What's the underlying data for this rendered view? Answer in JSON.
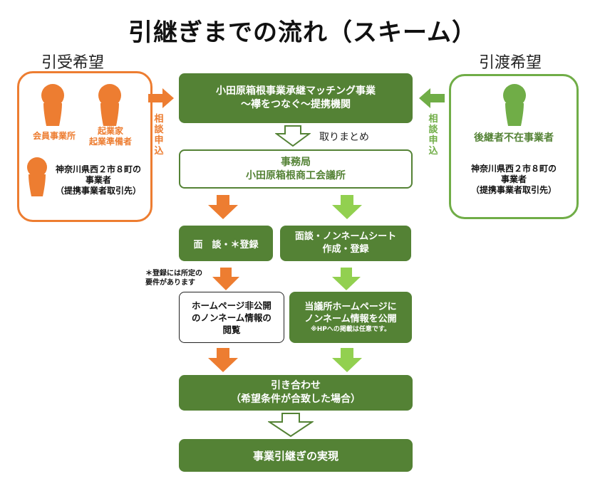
{
  "title": "引継ぎまでの流れ（スキーム）",
  "left_panel": {
    "label": "引受希望",
    "person1_label": "会員事業所",
    "person2_label": "起業家\n起業準備者",
    "person3_text": "神奈川県西２市８町の\n事業者\n（提携事業者取引先）"
  },
  "right_panel": {
    "label": "引渡希望",
    "person_label": "後継者不在事業者",
    "text": "神奈川県西２市８町の\n事業者\n（提携事業者取引先）"
  },
  "side_arrows": {
    "left_text": "相談申込",
    "right_text": "相談申込"
  },
  "flow": {
    "top_box": "小田原箱根事業承継マッチング事業\n～襷をつなぐ～提携機関",
    "summary_label": "取りまとめ",
    "office_box": "事務局\n小田原箱根商工会議所",
    "left_step1": "面　談・＊登録",
    "right_step1": "面談・ノンネームシート\n作成・登録",
    "note": "＊登録には所定の\n要件があります",
    "left_step2": "ホームページ非公開\nのノンネーム情報の\n閲覧",
    "right_step2_main": "当議所ホームページに\nノンネーム情報を公開",
    "right_step2_note": "※HPへの掲載は任意です。",
    "match_box": "引き合わせ\n（希望条件が合致した場合）",
    "final_box": "事業引継ぎの実現"
  },
  "colors": {
    "orange": "#ED7D31",
    "green": "#70AD47",
    "dark_green": "#548235"
  }
}
